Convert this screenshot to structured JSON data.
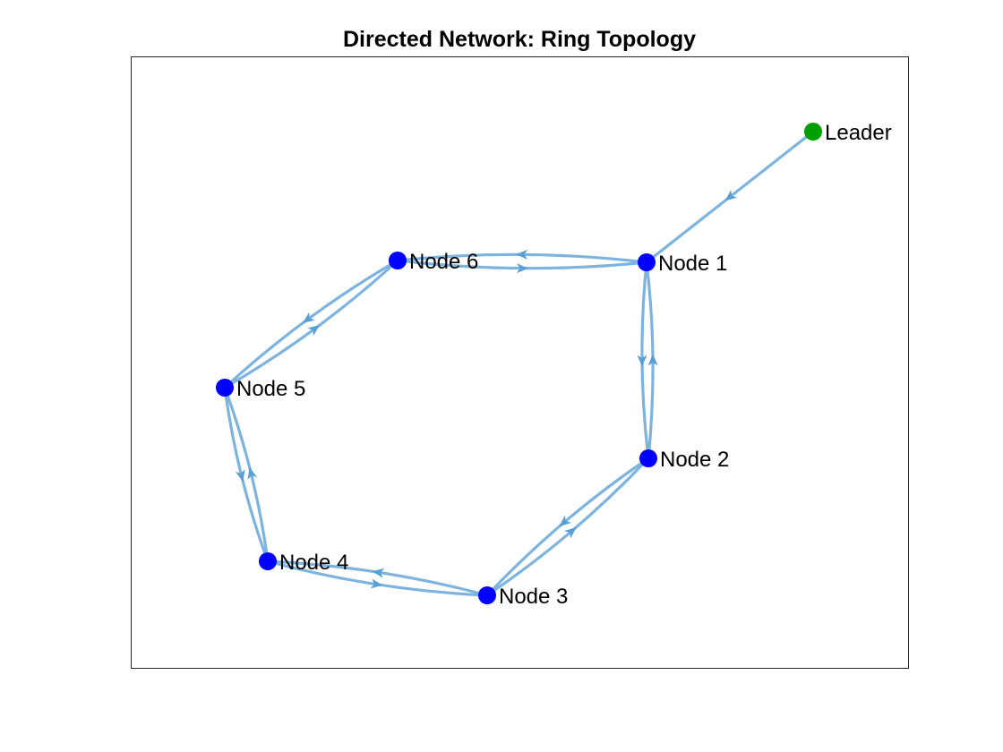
{
  "title": "Directed Network: Ring Topology",
  "colors": {
    "edge": "#7db4df",
    "arrow": "#5a9fd4",
    "leader": "#00a000",
    "follower": "#0000ff",
    "axes": "#262626"
  },
  "nodes": [
    {
      "id": "leader",
      "label": "Leader",
      "role": "leader"
    },
    {
      "id": "n1",
      "label": "Node 1",
      "role": "follower"
    },
    {
      "id": "n2",
      "label": "Node 2",
      "role": "follower"
    },
    {
      "id": "n3",
      "label": "Node 3",
      "role": "follower"
    },
    {
      "id": "n4",
      "label": "Node 4",
      "role": "follower"
    },
    {
      "id": "n5",
      "label": "Node 5",
      "role": "follower"
    },
    {
      "id": "n6",
      "label": "Node 6",
      "role": "follower"
    }
  ],
  "edges": [
    {
      "from": "leader",
      "to": "n1"
    },
    {
      "from": "n1",
      "to": "n6"
    },
    {
      "from": "n6",
      "to": "n1"
    },
    {
      "from": "n1",
      "to": "n2"
    },
    {
      "from": "n2",
      "to": "n1"
    },
    {
      "from": "n2",
      "to": "n3"
    },
    {
      "from": "n3",
      "to": "n2"
    },
    {
      "from": "n3",
      "to": "n4"
    },
    {
      "from": "n4",
      "to": "n3"
    },
    {
      "from": "n4",
      "to": "n5"
    },
    {
      "from": "n5",
      "to": "n4"
    },
    {
      "from": "n5",
      "to": "n6"
    },
    {
      "from": "n6",
      "to": "n5"
    }
  ]
}
